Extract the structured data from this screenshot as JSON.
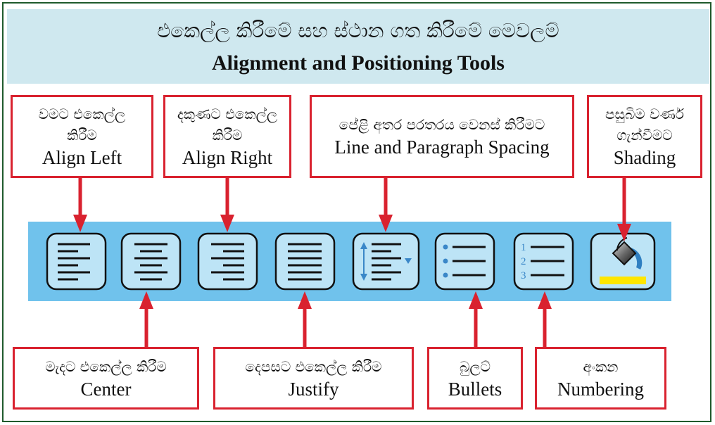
{
  "title": {
    "sinhala": "එකෙල්ල කිරීමේ සහ ස්ථාන ගත කිරීමේ මෙවලම්",
    "english": "Alignment and Positioning Tools"
  },
  "labels": {
    "align_left": {
      "si": "වමට එකෙල්ල කිරීම",
      "en": "Align Left"
    },
    "align_right": {
      "si": "දකුණට එකෙල්ල කිරීම",
      "en": "Align Right"
    },
    "spacing": {
      "si": "පේළි අතර පරතරය වෙනස් කිරීමට",
      "en": "Line and Paragraph Spacing"
    },
    "shading": {
      "si": "පසුබිම වර්ණ ගැන්වීමට",
      "en": "Shading"
    },
    "center": {
      "si": "මැදට එකෙල්ල කිරීම",
      "en": "Center"
    },
    "justify": {
      "si": "දෙපසට එකෙල්ල කිරීම",
      "en": "Justify"
    },
    "bullets": {
      "si": "බුලට්",
      "en": "Bullets"
    },
    "numbering": {
      "si": "අංකන",
      "en": "Numbering"
    }
  },
  "toolbar": {
    "buttons": [
      "align-left",
      "center",
      "align-right",
      "justify",
      "line-spacing",
      "bullets",
      "numbering",
      "shading"
    ],
    "numbering_digits": [
      "1",
      "2",
      "3"
    ]
  },
  "colors": {
    "header_bg": "#cfe8ef",
    "toolbar_bg": "#70c2ec",
    "button_bg": "#bde4f6",
    "box_border": "#d9222f",
    "arrow": "#d9222f",
    "frame": "#1f5a2c",
    "shading_bar": "#ffe600"
  }
}
